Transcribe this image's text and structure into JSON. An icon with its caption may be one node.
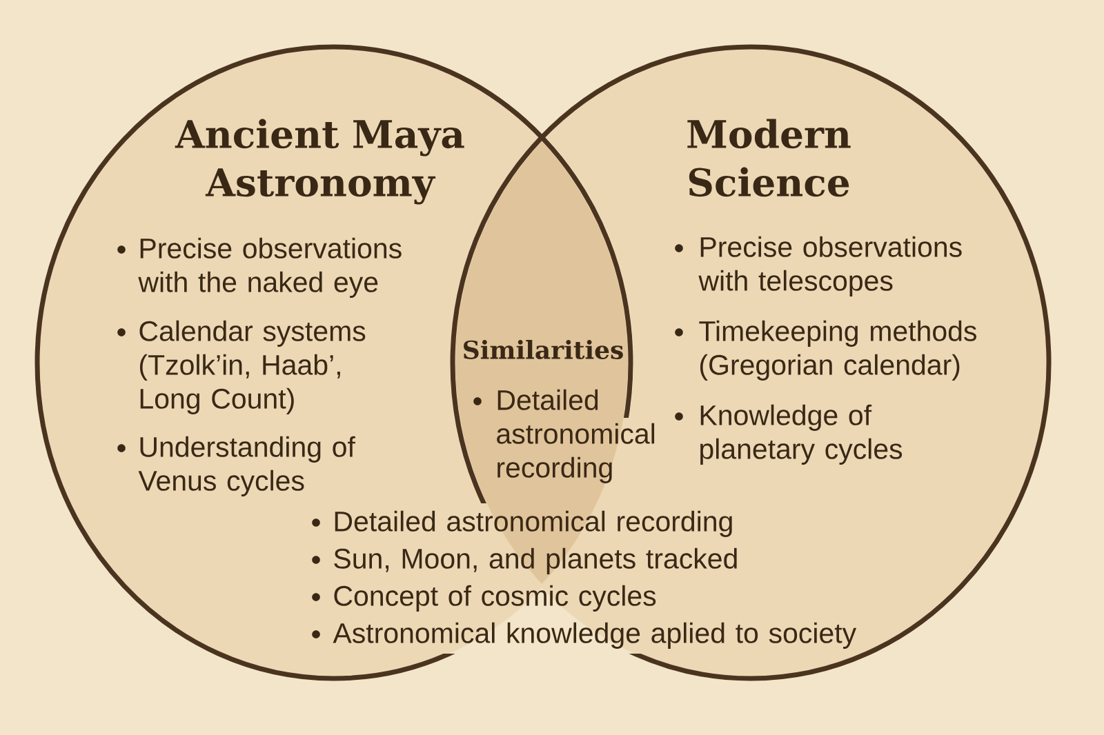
{
  "diagram": {
    "nodes": [
      {
        "text": [
          "Ancient Maya Astronomy",
          "Precise observations with the naked eye",
          "Calendar systems (Tzolk’in, Haab’, Long Count)",
          "Understanding of Venus cycles"
        ]
      },
      {
        "text": [
          "Modern Science",
          "Precise observations with telescopes",
          "Timekeeping methods (Gregorian calendar)",
          "Knowledge of planetary cycles"
        ]
      },
      {
        "text": [
          "Similarities",
          "Detailed astronomical recording"
        ]
      }
    ],
    "labels": [
      "Detailed astronomical recording",
      "Sun, Moon, and planets tracked",
      "Concept of cosmic cycles",
      "Astronomical knowledge aplied to society"
    ]
  }
}
